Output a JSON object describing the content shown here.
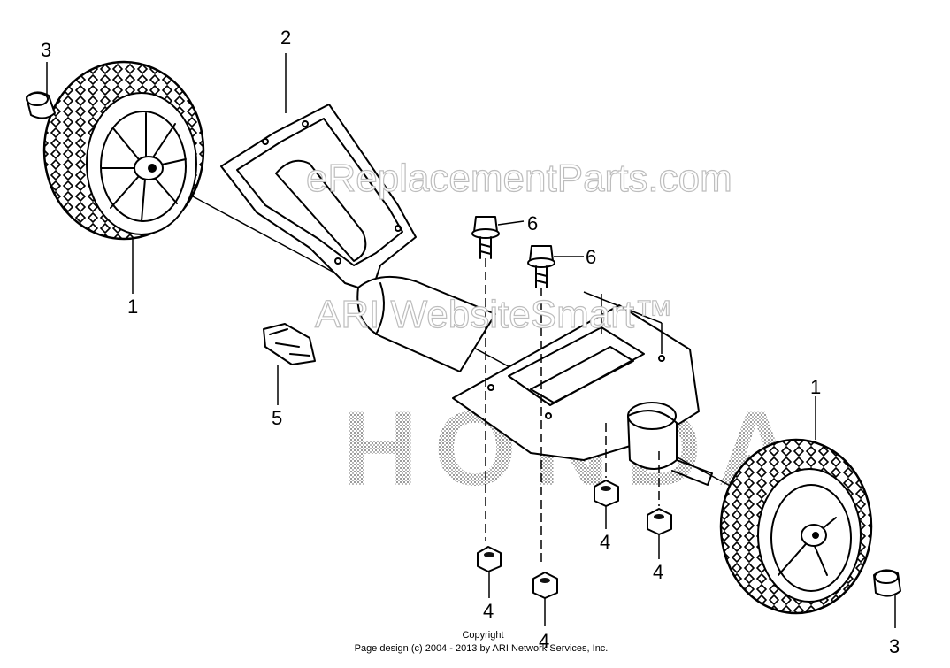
{
  "watermarks": {
    "site": "eReplacementParts.com",
    "smart": "ARI WebsiteSmart™",
    "brand": "HONDA"
  },
  "callouts": {
    "wheel_left": "1",
    "wheel_right": "1",
    "frame": "2",
    "cap_left": "3",
    "cap_right": "3",
    "nut_a": "4",
    "nut_b": "4",
    "nut_c": "4",
    "nut_d": "4",
    "clip": "5",
    "bolt_a": "6",
    "bolt_b": "6"
  },
  "copyright": {
    "line1": "Copyright",
    "line2": "Page design (c) 2004 - 2013 by ARI Network Services, Inc."
  }
}
